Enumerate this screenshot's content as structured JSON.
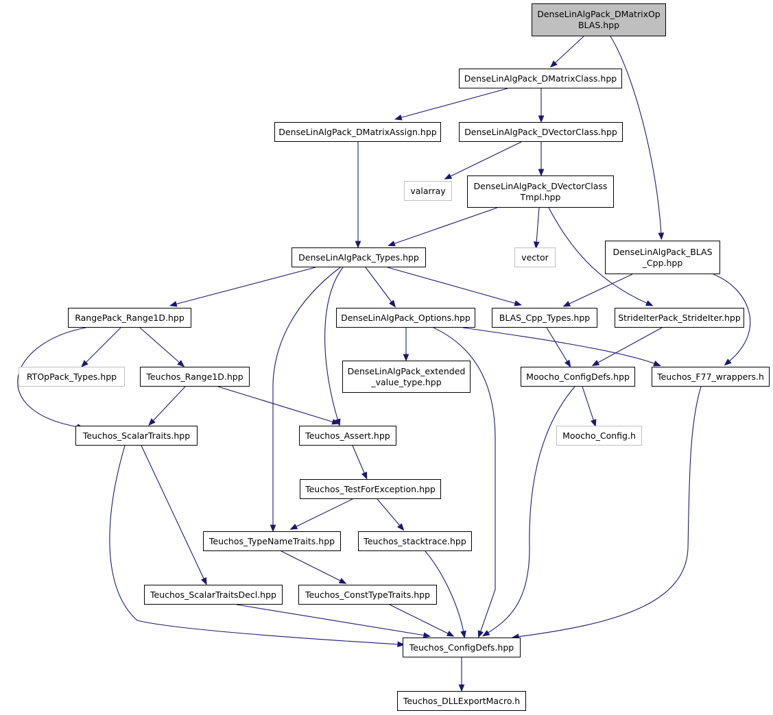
{
  "nodes": [
    {
      "id": "dmatrixop",
      "label": "DenseLinAlgPack_DMatrixOp\nBLAS.hpp",
      "kind": "root"
    },
    {
      "id": "dmatrixclass",
      "label": "DenseLinAlgPack_DMatrixClass.hpp",
      "kind": "normal"
    },
    {
      "id": "dmatrixassign",
      "label": "DenseLinAlgPack_DMatrixAssign.hpp",
      "kind": "normal"
    },
    {
      "id": "dvectorclass",
      "label": "DenseLinAlgPack_DVectorClass.hpp",
      "kind": "normal"
    },
    {
      "id": "valarray",
      "label": "valarray",
      "kind": "external"
    },
    {
      "id": "dvectorclasstmpl",
      "label": "DenseLinAlgPack_DVectorClass\nTmpl.hpp",
      "kind": "normal"
    },
    {
      "id": "types",
      "label": "DenseLinAlgPack_Types.hpp",
      "kind": "normal"
    },
    {
      "id": "vector",
      "label": "vector",
      "kind": "external"
    },
    {
      "id": "blascpp",
      "label": "DenseLinAlgPack_BLAS\n_Cpp.hpp",
      "kind": "normal"
    },
    {
      "id": "range1d",
      "label": "RangePack_Range1D.hpp",
      "kind": "normal"
    },
    {
      "id": "options",
      "label": "DenseLinAlgPack_Options.hpp",
      "kind": "normal"
    },
    {
      "id": "blascpptypes",
      "label": "BLAS_Cpp_Types.hpp",
      "kind": "normal"
    },
    {
      "id": "strideiter",
      "label": "StrideIterPack_StrideIter.hpp",
      "kind": "normal"
    },
    {
      "id": "rtoptypes",
      "label": "RTOpPack_Types.hpp",
      "kind": "external"
    },
    {
      "id": "trange1d",
      "label": "Teuchos_Range1D.hpp",
      "kind": "normal"
    },
    {
      "id": "extvalue",
      "label": "DenseLinAlgPack_extended\n_value_type.hpp",
      "kind": "normal"
    },
    {
      "id": "mconfigdefs",
      "label": "Moocho_ConfigDefs.hpp",
      "kind": "normal"
    },
    {
      "id": "f77",
      "label": "Teuchos_F77_wrappers.h",
      "kind": "normal"
    },
    {
      "id": "scalartraits",
      "label": "Teuchos_ScalarTraits.hpp",
      "kind": "normal"
    },
    {
      "id": "assert",
      "label": "Teuchos_Assert.hpp",
      "kind": "normal"
    },
    {
      "id": "mconfigh",
      "label": "Moocho_Config.h",
      "kind": "external"
    },
    {
      "id": "testforexc",
      "label": "Teuchos_TestForException.hpp",
      "kind": "normal"
    },
    {
      "id": "typenametraits",
      "label": "Teuchos_TypeNameTraits.hpp",
      "kind": "normal"
    },
    {
      "id": "stacktrace",
      "label": "Teuchos_stacktrace.hpp",
      "kind": "normal"
    },
    {
      "id": "scalartraitsdecl",
      "label": "Teuchos_ScalarTraitsDecl.hpp",
      "kind": "normal"
    },
    {
      "id": "consttypetraits",
      "label": "Teuchos_ConstTypeTraits.hpp",
      "kind": "normal"
    },
    {
      "id": "tconfigdefs",
      "label": "Teuchos_ConfigDefs.hpp",
      "kind": "normal"
    },
    {
      "id": "dllexport",
      "label": "Teuchos_DLLExportMacro.h",
      "kind": "normal"
    }
  ],
  "edges": [
    {
      "from": "dmatrixop",
      "to": "dmatrixclass"
    },
    {
      "from": "dmatrixop",
      "to": "blascpp"
    },
    {
      "from": "dmatrixclass",
      "to": "dmatrixassign"
    },
    {
      "from": "dmatrixclass",
      "to": "dvectorclass"
    },
    {
      "from": "dmatrixassign",
      "to": "types"
    },
    {
      "from": "dvectorclass",
      "to": "valarray"
    },
    {
      "from": "dvectorclass",
      "to": "dvectorclasstmpl"
    },
    {
      "from": "dvectorclasstmpl",
      "to": "types"
    },
    {
      "from": "dvectorclasstmpl",
      "to": "vector"
    },
    {
      "from": "dvectorclasstmpl",
      "to": "strideiter"
    },
    {
      "from": "blascpp",
      "to": "blascpptypes"
    },
    {
      "from": "blascpp",
      "to": "f77"
    },
    {
      "from": "types",
      "to": "range1d"
    },
    {
      "from": "types",
      "to": "options"
    },
    {
      "from": "types",
      "to": "blascpptypes"
    },
    {
      "from": "types",
      "to": "assert"
    },
    {
      "from": "types",
      "to": "typenametraits"
    },
    {
      "from": "range1d",
      "to": "rtoptypes"
    },
    {
      "from": "range1d",
      "to": "trange1d"
    },
    {
      "from": "range1d",
      "to": "scalartraits"
    },
    {
      "from": "options",
      "to": "extvalue"
    },
    {
      "from": "options",
      "to": "f77"
    },
    {
      "from": "options",
      "to": "tconfigdefs"
    },
    {
      "from": "blascpptypes",
      "to": "mconfigdefs"
    },
    {
      "from": "strideiter",
      "to": "mconfigdefs"
    },
    {
      "from": "trange1d",
      "to": "scalartraits"
    },
    {
      "from": "trange1d",
      "to": "assert"
    },
    {
      "from": "mconfigdefs",
      "to": "mconfigh"
    },
    {
      "from": "mconfigdefs",
      "to": "tconfigdefs"
    },
    {
      "from": "f77",
      "to": "tconfigdefs"
    },
    {
      "from": "scalartraits",
      "to": "scalartraitsdecl"
    },
    {
      "from": "scalartraits",
      "to": "tconfigdefs"
    },
    {
      "from": "assert",
      "to": "testforexc"
    },
    {
      "from": "testforexc",
      "to": "typenametraits"
    },
    {
      "from": "testforexc",
      "to": "stacktrace"
    },
    {
      "from": "typenametraits",
      "to": "consttypetraits"
    },
    {
      "from": "stacktrace",
      "to": "tconfigdefs"
    },
    {
      "from": "scalartraitsdecl",
      "to": "tconfigdefs"
    },
    {
      "from": "consttypetraits",
      "to": "tconfigdefs"
    },
    {
      "from": "tconfigdefs",
      "to": "dllexport"
    }
  ]
}
